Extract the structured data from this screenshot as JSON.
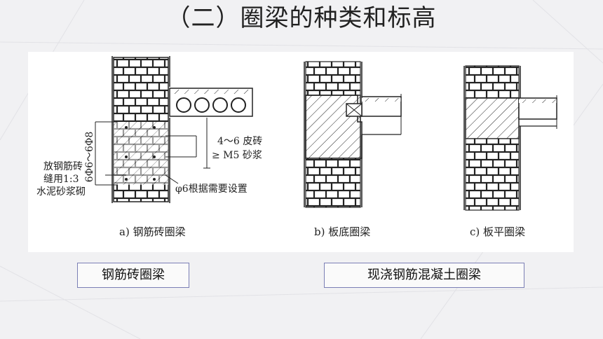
{
  "page": {
    "title": "（二）圈梁的种类和标高"
  },
  "figure": {
    "panel_a": {
      "caption": "a) 钢筋砖圈梁",
      "rebar_spec": "6Φ6～6Φ8",
      "note_left_1": "放钢筋砖",
      "note_left_2": "缝用1:3",
      "note_left_3": "水泥砂浆砌",
      "note_right_1": "4～6 皮砖",
      "note_right_2": "≥ M5 砂浆",
      "note_bottom": "φ6根据需要设置"
    },
    "panel_b": {
      "caption": "b) 板底圈梁"
    },
    "panel_c": {
      "caption": "c) 板平圈梁"
    }
  },
  "labels": {
    "left": "钢筋砖圈梁",
    "right": "现浇钢筋混凝土圈梁"
  },
  "colors": {
    "border": "#7b7fb5",
    "background": "#f1f1f3"
  }
}
